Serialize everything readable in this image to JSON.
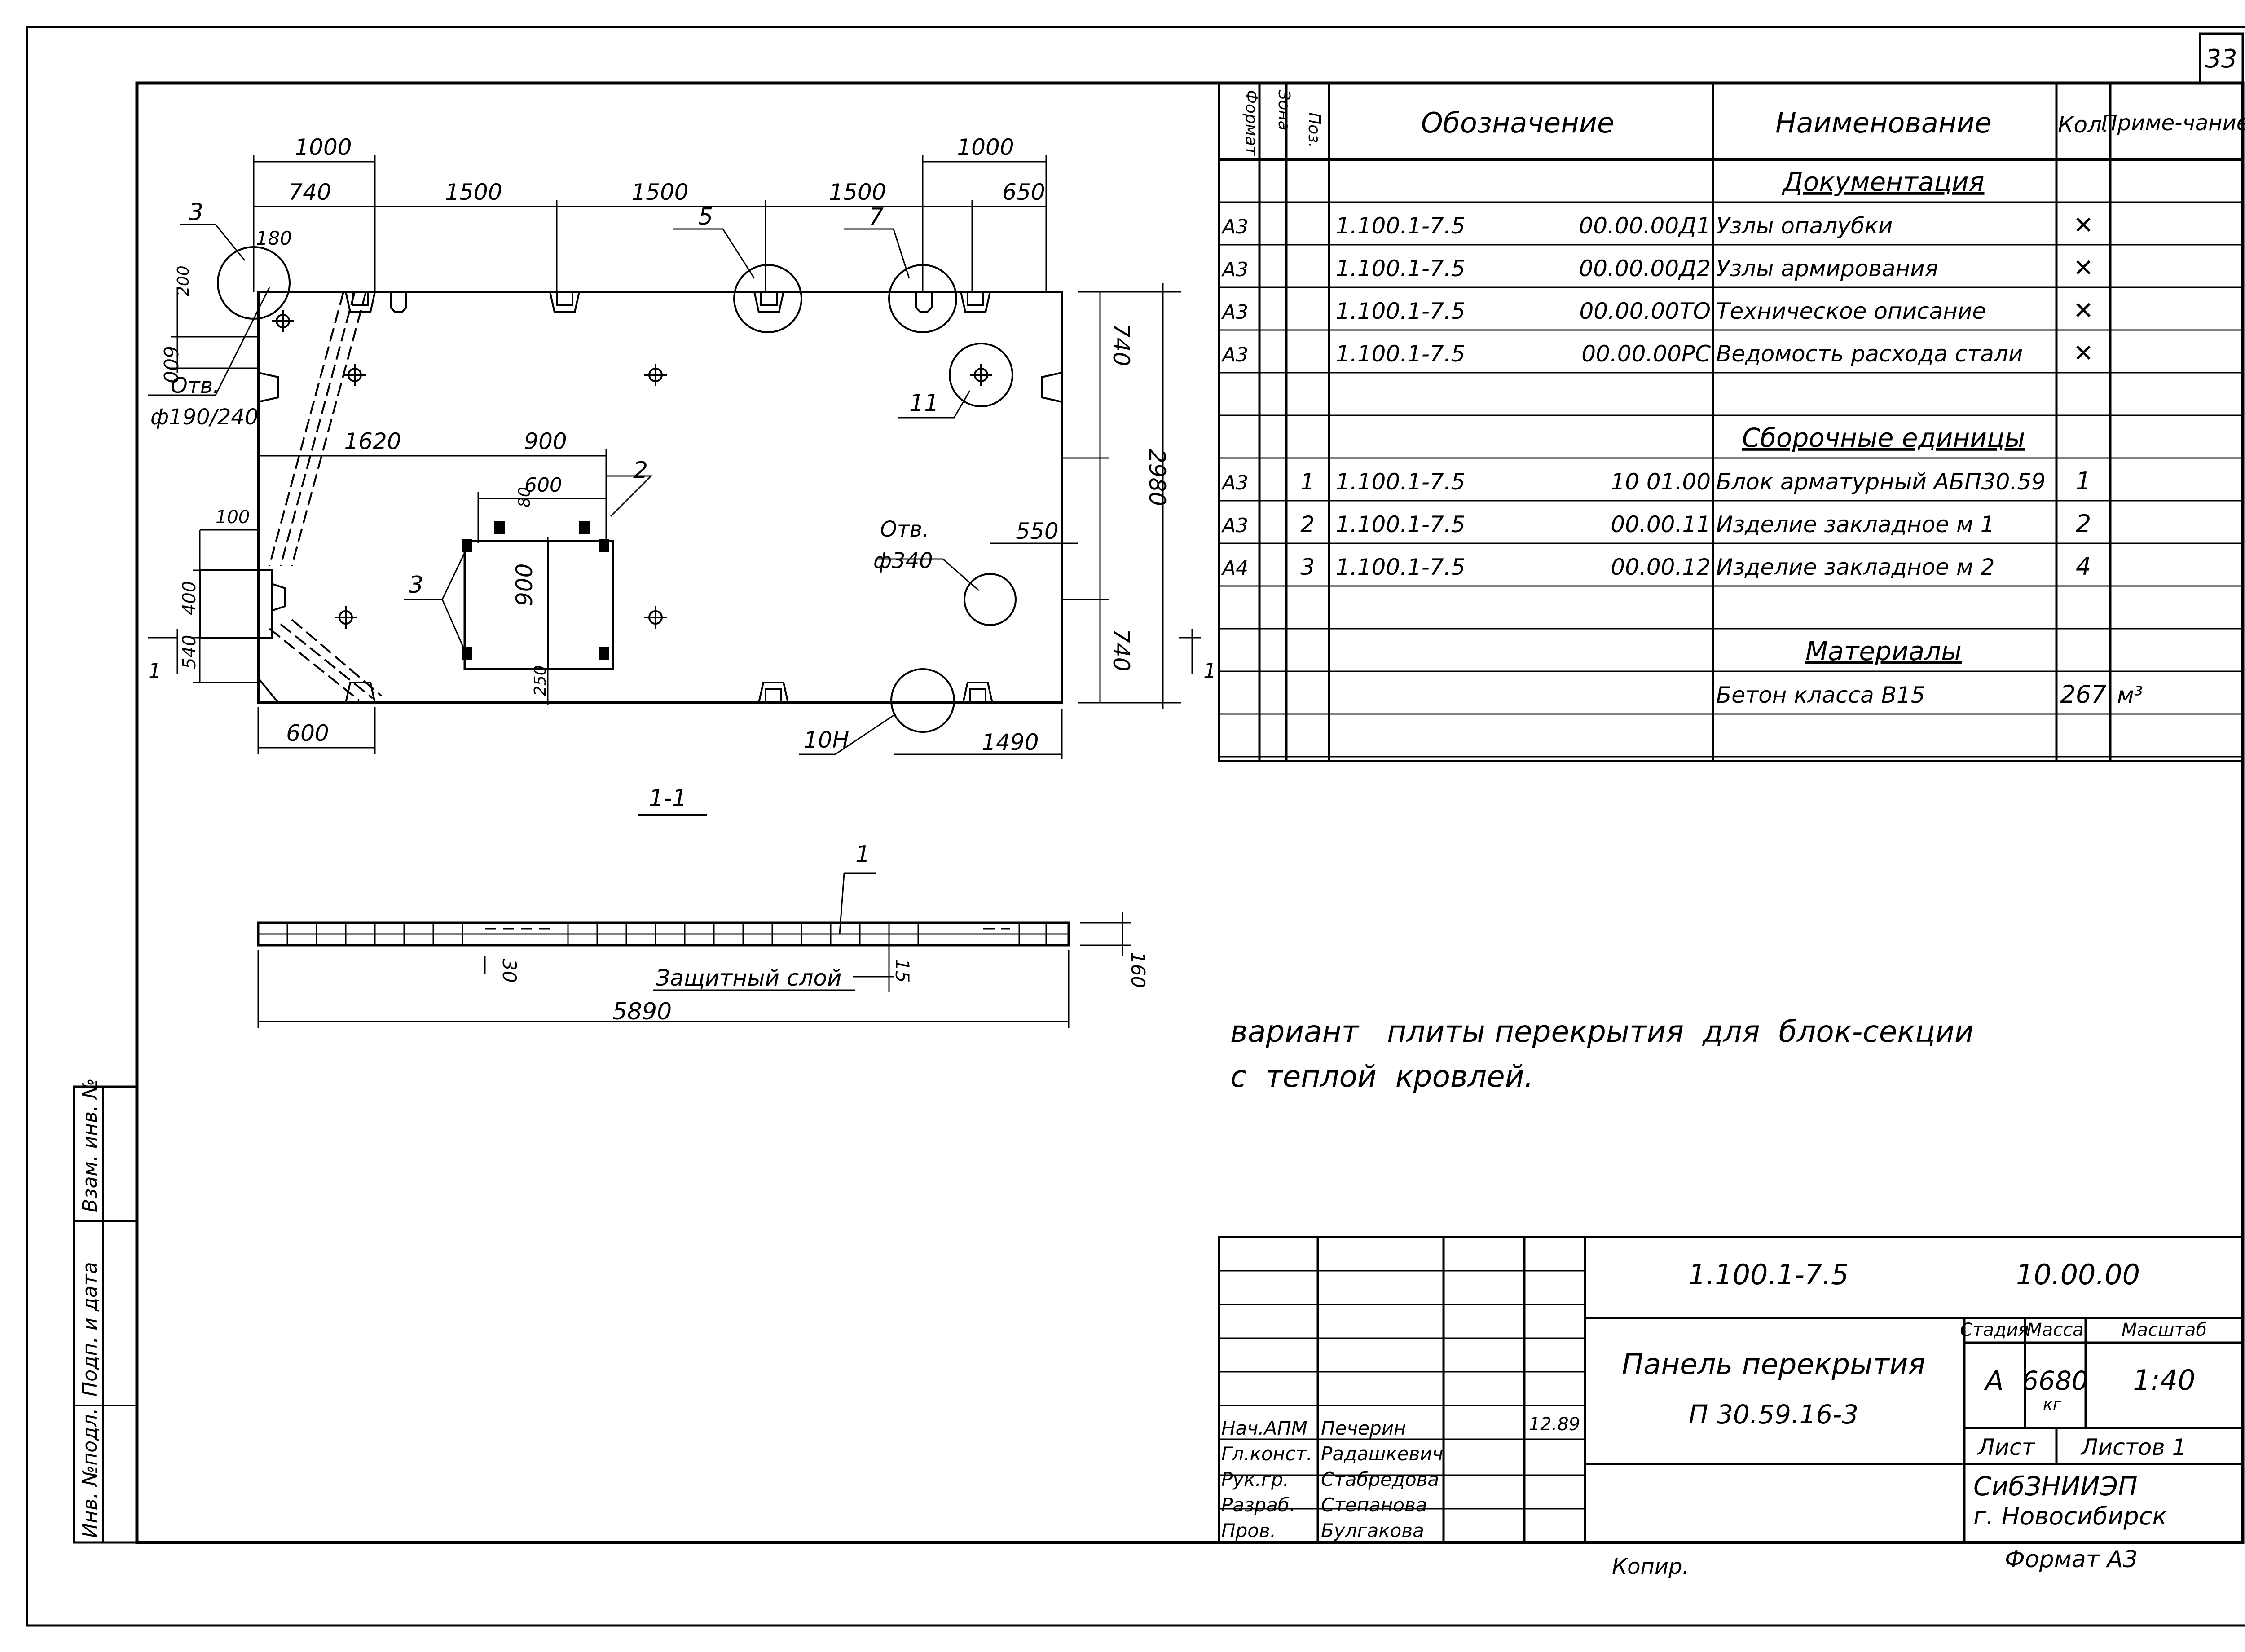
{
  "sheet_number": "33",
  "side_stamp": [
    "Инв. №подл.",
    "Подп. и дата",
    "Взам. инв. №"
  ],
  "plan": {
    "dims_top1": [
      "1000",
      "1000"
    ],
    "dims_top2": [
      "740",
      "1500",
      "1500",
      "1500",
      "650"
    ],
    "dim_180": "180",
    "dim_600_left": "600",
    "dim_200": "200",
    "dim_740_right_top": "740",
    "dim_740_right_bottom": "740",
    "dim_2980": "2980",
    "dim_1620": "1620",
    "dim_900_top": "900",
    "dim_600_inner": "600",
    "dim_80": "80",
    "dim_900_vert": "900",
    "dim_250": "250",
    "dim_100": "100",
    "dim_400": "400",
    "dim_540": "540",
    "dim_600_bottom": "600",
    "dim_550": "550",
    "dim_1490": "1490",
    "hole_small_label": "Отв.",
    "hole_small_size": "ф190/240",
    "hole_large_label": "Отв.",
    "hole_large_size": "ф340",
    "labels": [
      "3",
      "5",
      "7",
      "11",
      "2",
      "3",
      "10Н"
    ],
    "section_mark": "1"
  },
  "section": {
    "title": "1-1",
    "callout": "1",
    "dim_30": "30",
    "dim_15": "15",
    "dim_160": "160",
    "length": "5890",
    "protective_layer": "Защитный слой"
  },
  "note": [
    "вариант   плиты перекрытия  для  блок-секции",
    "с  теплой  кровлей."
  ],
  "spec": {
    "headers": [
      "Формат",
      "Зона",
      "Поз.",
      "Обозначение",
      "Наименование",
      "Кол.",
      "Приме-чание"
    ],
    "rows": [
      {
        "fmt": "",
        "pos": "",
        "code": "",
        "sub": "",
        "name": "Документация",
        "qty": "",
        "note": "",
        "heading": true
      },
      {
        "fmt": "А3",
        "pos": "",
        "code": "1.100.1-7.5",
        "sub": "00.00.00Д1",
        "name": "Узлы  опалубки",
        "qty": "✕",
        "note": ""
      },
      {
        "fmt": "А3",
        "pos": "",
        "code": "1.100.1-7.5",
        "sub": "00.00.00Д2",
        "name": "Узлы  армирования",
        "qty": "✕",
        "note": ""
      },
      {
        "fmt": "А3",
        "pos": "",
        "code": "1.100.1-7.5",
        "sub": "00.00.00ТО",
        "name": "Техническое  описание",
        "qty": "✕",
        "note": ""
      },
      {
        "fmt": "А3",
        "pos": "",
        "code": "1.100.1-7.5",
        "sub": "00.00.00РС",
        "name": "Ведомость расхода стали",
        "qty": "✕",
        "note": ""
      },
      {
        "fmt": "",
        "pos": "",
        "code": "",
        "sub": "",
        "name": "",
        "qty": "",
        "note": ""
      },
      {
        "fmt": "",
        "pos": "",
        "code": "",
        "sub": "",
        "name": "Сборочные  единицы",
        "qty": "",
        "note": "",
        "heading": true
      },
      {
        "fmt": "А3",
        "pos": "1",
        "code": "1.100.1-7.5",
        "sub": "10 01.00",
        "name": "Блок арматурный АБП30.59",
        "qty": "1",
        "note": ""
      },
      {
        "fmt": "А3",
        "pos": "2",
        "code": "1.100.1-7.5",
        "sub": "00.00.11",
        "name": "Изделие закладное м 1",
        "qty": "2",
        "note": ""
      },
      {
        "fmt": "А4",
        "pos": "3",
        "code": "1.100.1-7.5",
        "sub": "00.00.12",
        "name": "Изделие закладное м 2",
        "qty": "4",
        "note": ""
      },
      {
        "fmt": "",
        "pos": "",
        "code": "",
        "sub": "",
        "name": "",
        "qty": "",
        "note": ""
      },
      {
        "fmt": "",
        "pos": "",
        "code": "",
        "sub": "",
        "name": "Материалы",
        "qty": "",
        "note": "",
        "heading": true
      },
      {
        "fmt": "",
        "pos": "",
        "code": "",
        "sub": "",
        "name": "Бетон   класса   В15",
        "qty": "267",
        "note": "м³"
      },
      {
        "fmt": "",
        "pos": "",
        "code": "",
        "sub": "",
        "name": "",
        "qty": "",
        "note": ""
      }
    ]
  },
  "title_block": {
    "code": "1.100.1-7.5",
    "code2": "10.00.00",
    "name_line1": "Панель  перекрытия",
    "name_line2": "П 30.59.16-3",
    "stage_header": "Стадия",
    "mass_header": "Масса",
    "scale_header": "Масштаб",
    "stage": "А",
    "mass": "6680",
    "mass_unit": "кг",
    "scale": "1:40",
    "sheet_label": "Лист",
    "sheets_label": "Листов 1",
    "org_line1": "СибЗНИИЭП",
    "org_line2": "г. Новосибирск",
    "date": "12.89",
    "people": [
      {
        "role": "Нач.АПМ",
        "name": "Печерин"
      },
      {
        "role": "Гл.конст.",
        "name": "Радашкевич"
      },
      {
        "role": "Рук.гр.",
        "name": "Стабредова"
      },
      {
        "role": "Разраб.",
        "name": "Степанова"
      },
      {
        "role": "Пров.",
        "name": "Булгакова"
      }
    ]
  },
  "copied": "Копир.",
  "format": "Формат А3"
}
